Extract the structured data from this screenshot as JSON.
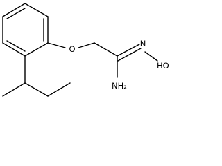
{
  "molecule": {
    "atoms": {
      "ether_oxygen": "O",
      "imine_nitrogen": "N",
      "hydroxyl": "HO",
      "amine": "NH₂"
    }
  }
}
